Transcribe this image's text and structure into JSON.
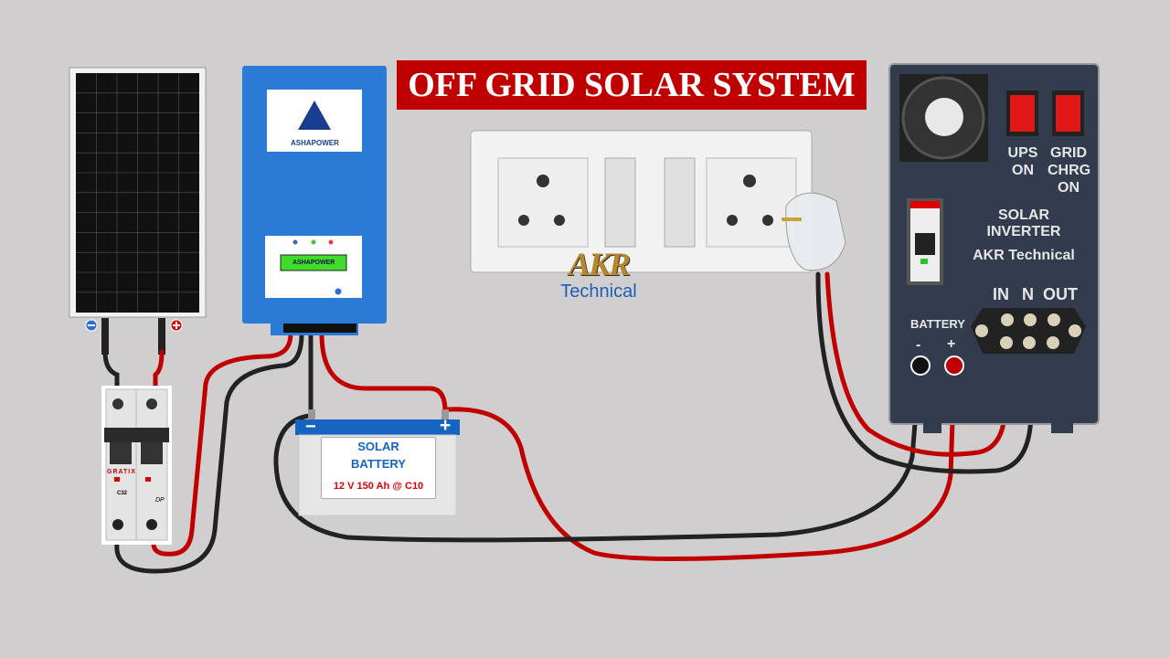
{
  "title": "OFF GRID SOLAR SYSTEM",
  "charge_controller": {
    "brand": "ASHAPOWER",
    "display_text": "ASHAPOWER"
  },
  "mcb": {
    "brand": "GRATIX",
    "rating": "C32",
    "poles": "DP"
  },
  "battery": {
    "line1": "SOLAR",
    "line2": "BATTERY",
    "spec": "12 V 150 Ah @ C10",
    "neg": "−",
    "pos": "+"
  },
  "watermark": {
    "logo": "AKR",
    "sub": "Technical"
  },
  "inverter": {
    "switch1": [
      "UPS",
      "ON"
    ],
    "switch2": [
      "GRID",
      "CHRG",
      "ON"
    ],
    "name": "SOLAR INVERTER",
    "maker": "AKR Technical",
    "terminals": {
      "in": "IN",
      "n": "N",
      "out": "OUT"
    },
    "battery_label": "BATTERY",
    "neg": "-",
    "pos": "+"
  },
  "colors": {
    "title_bg": "#c00000",
    "wire_red": "#c00000",
    "wire_black": "#222222",
    "inverter_body": "#323c4e",
    "controller_body": "#2a7bd6"
  }
}
